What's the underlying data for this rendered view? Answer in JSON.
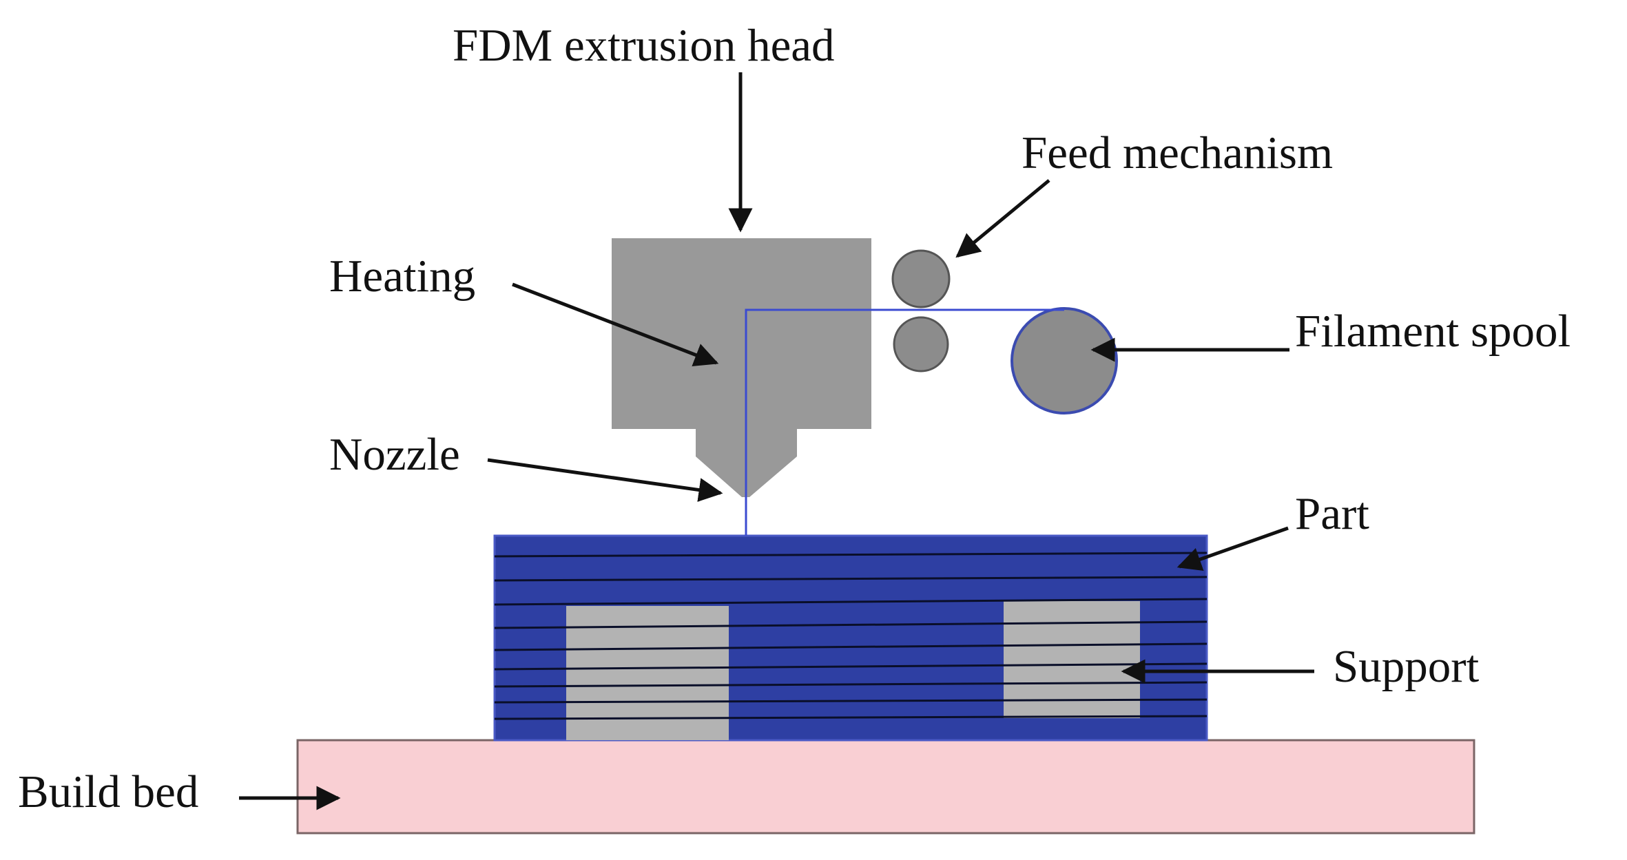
{
  "labels": {
    "head": "FDM extrusion head",
    "feed": "Feed mechanism",
    "heating": "Heating",
    "spool": "Filament spool",
    "nozzle": "Nozzle",
    "part": "Part",
    "support": "Support",
    "bed": "Build bed"
  },
  "colors": {
    "head": "#999999",
    "roller": "#8c8c8c",
    "spool": "#8c8c8c",
    "spool_outline": "#3b4bb0",
    "filament": "#3b4bd0",
    "part": "#2e3fa3",
    "support": "#b3b3b3",
    "bed": "#f9cfd3",
    "bed_outline": "#7a6566"
  }
}
